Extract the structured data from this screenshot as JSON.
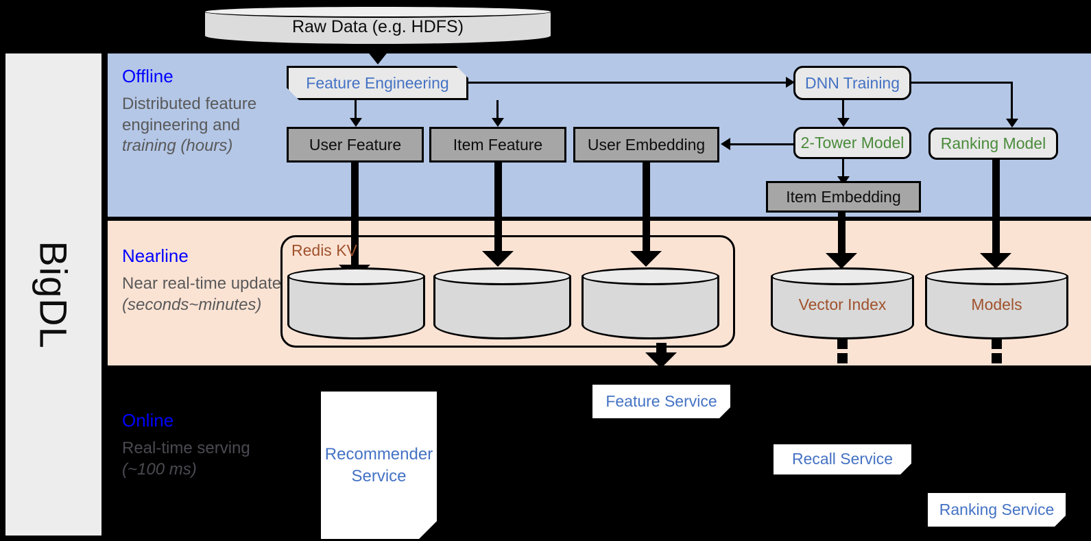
{
  "rail": {
    "label": "BigDL"
  },
  "bands": {
    "offline": {
      "title": "Offline",
      "desc": "Distributed feature engineering and ",
      "desc_em": "training (hours)"
    },
    "nearline": {
      "title": "Nearline",
      "desc": "Near real-time update ",
      "desc_em": "(seconds~minutes)"
    },
    "online": {
      "title": "Online",
      "desc": "Real-time serving ",
      "desc_em": "(~100 ms)"
    }
  },
  "source": {
    "raw_data": "Raw Data (e.g. HDFS)"
  },
  "offline_nodes": {
    "feature_engineering": "Feature Engineering",
    "dnn_training": "DNN Training",
    "user_feature": "User Feature",
    "item_feature": "Item Feature",
    "user_embedding": "User Embedding",
    "two_tower_model": "2-Tower Model",
    "ranking_model": "Ranking Model",
    "item_embedding": "Item Embedding"
  },
  "nearline_nodes": {
    "redis_kv": "Redis KV",
    "vector_index": "Vector Index",
    "models": "Models"
  },
  "online_nodes": {
    "recommender_service": "Recommender Service",
    "feature_service": "Feature Service",
    "recall_service": "Recall Service",
    "ranking_service": "Ranking Service"
  },
  "colors": {
    "offline_band": "#b4c7e7",
    "nearline_band": "#fbe3d4",
    "online_band": "#000000",
    "band_title": "#0000ff",
    "blue_text": "#4472c4",
    "green_text": "#4a8b3b",
    "brown_text": "#a0522d",
    "gray_node": "#a6a6a6"
  }
}
